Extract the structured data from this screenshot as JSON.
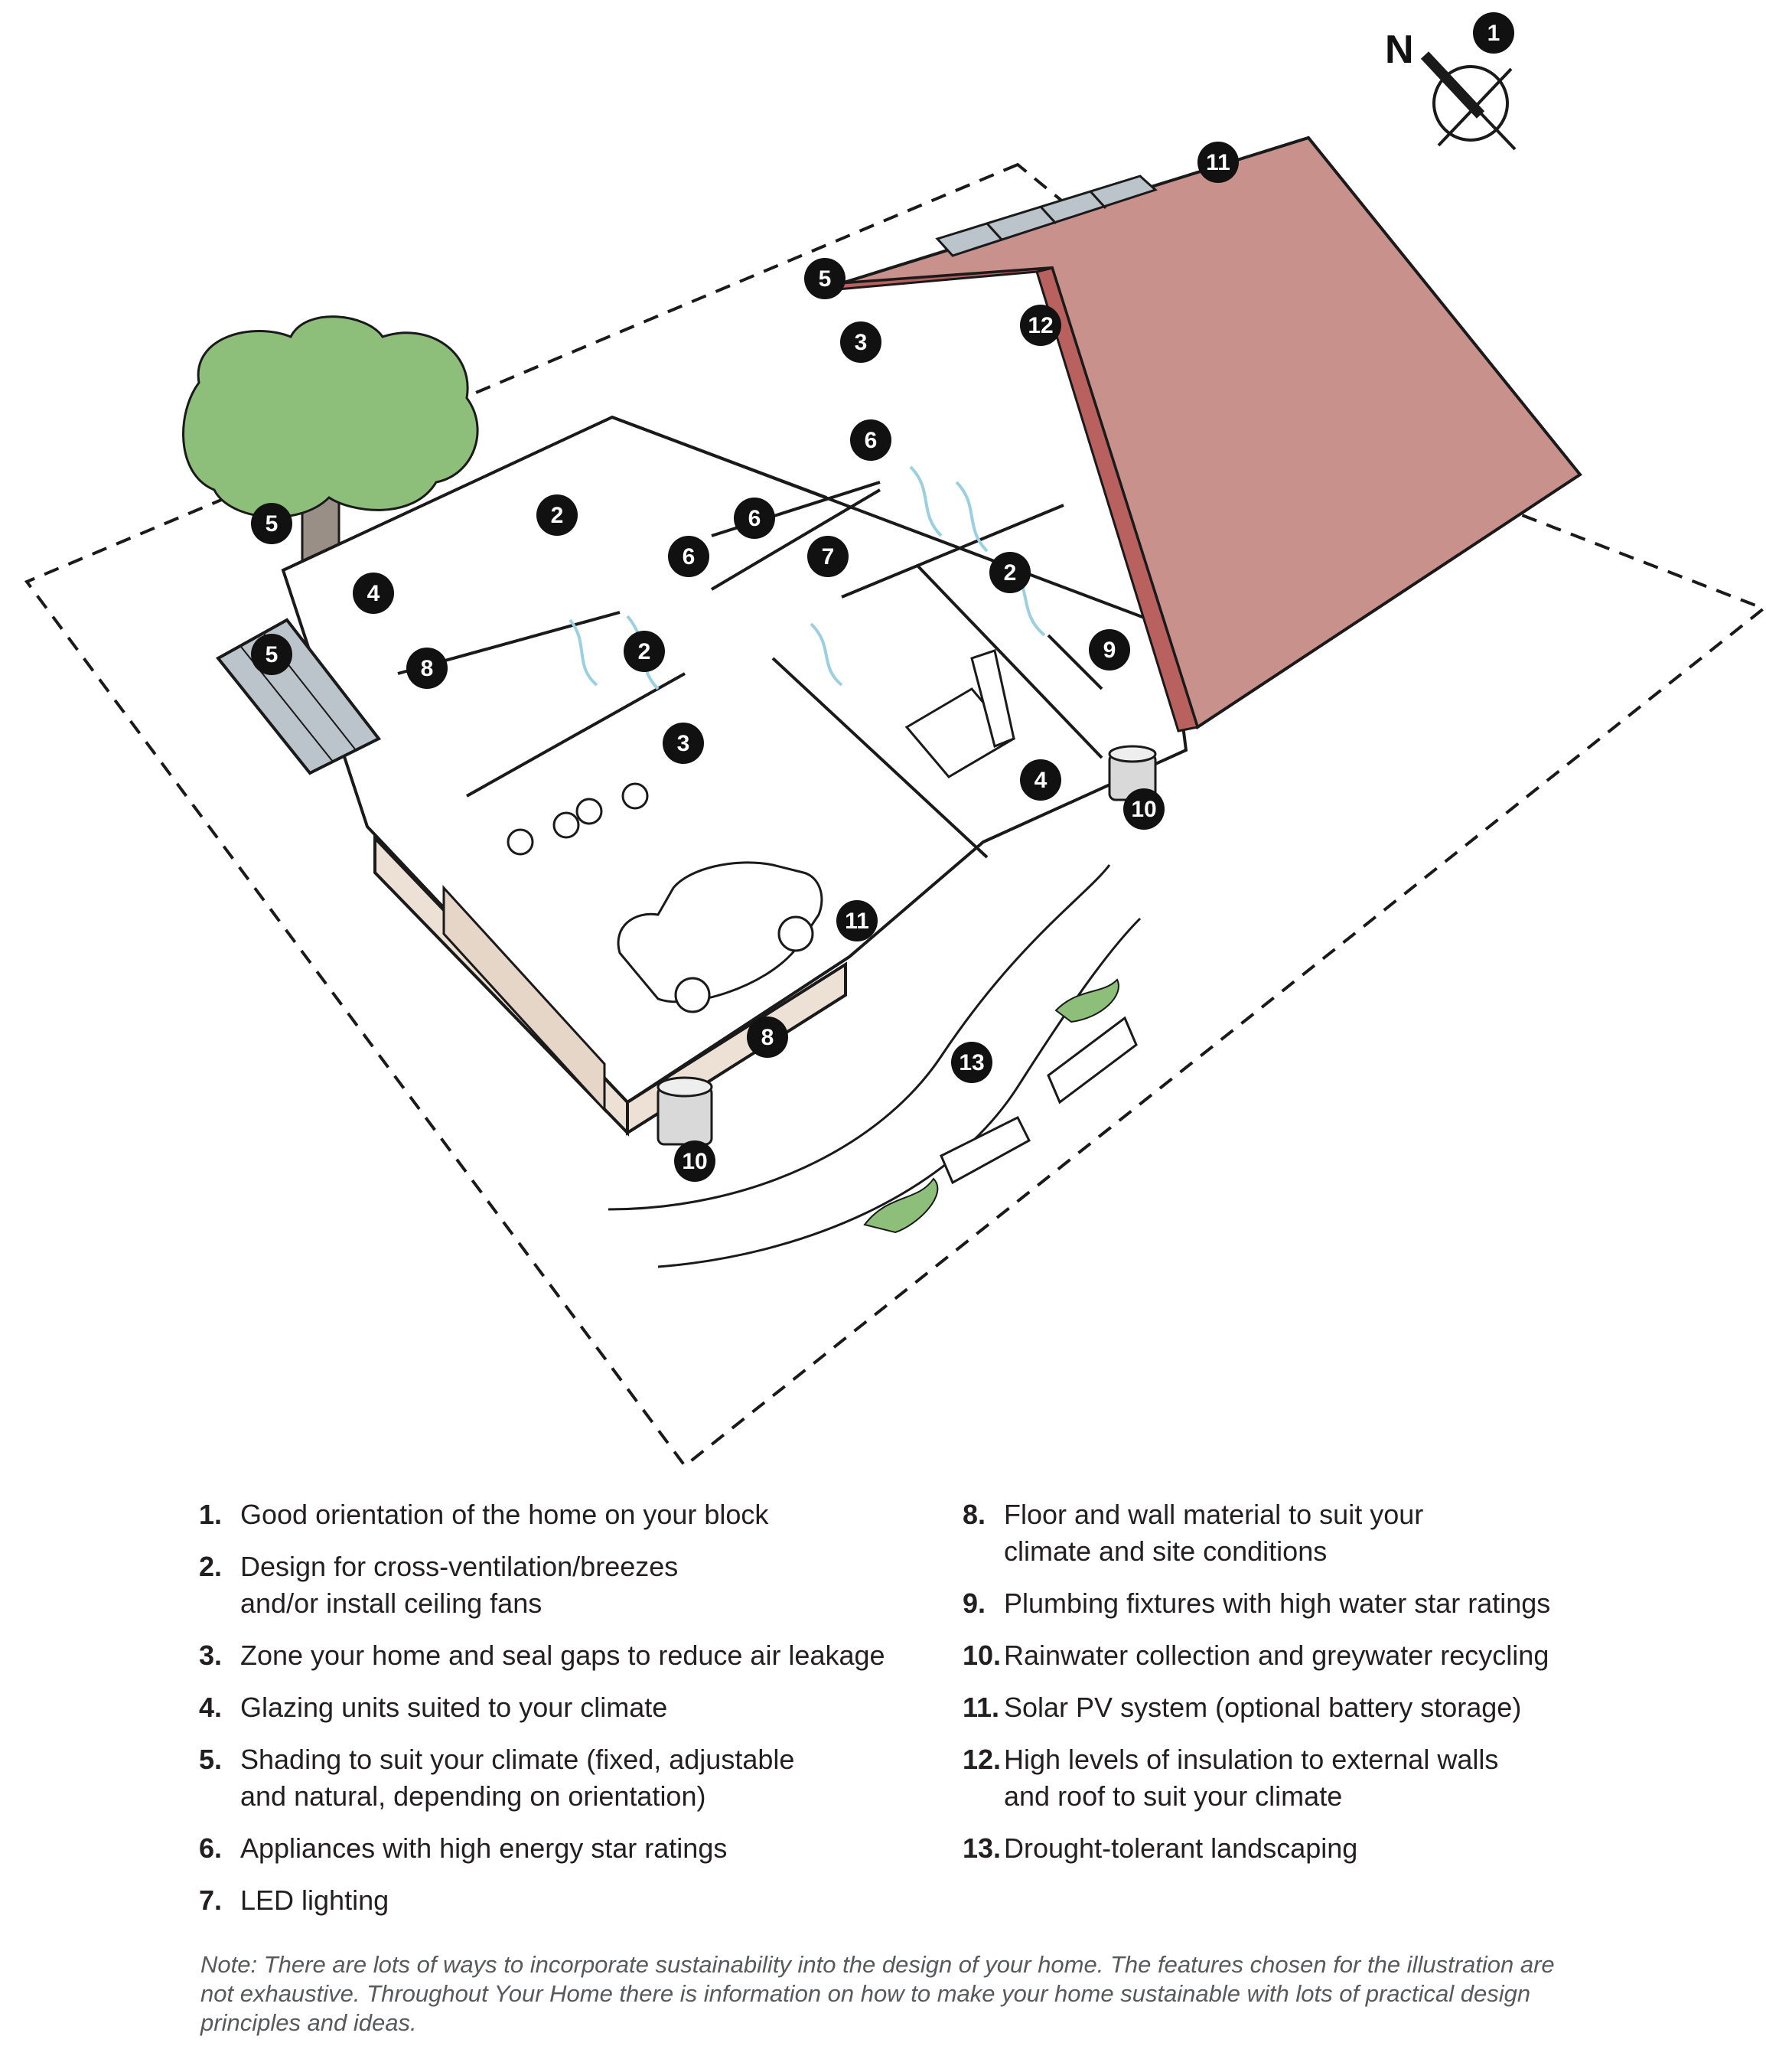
{
  "compass": {
    "label": "N",
    "badge": "1"
  },
  "badges": [
    {
      "id": "orientation",
      "text": "1"
    },
    {
      "id": "solar-roof",
      "text": "11"
    },
    {
      "id": "eave-shade",
      "text": "5"
    },
    {
      "id": "insulation",
      "text": "12"
    },
    {
      "id": "kitchen-zone",
      "text": "3"
    },
    {
      "id": "fridge",
      "text": "6"
    },
    {
      "id": "dishwasher",
      "text": "6"
    },
    {
      "id": "oven",
      "text": "6"
    },
    {
      "id": "led",
      "text": "7"
    },
    {
      "id": "fan",
      "text": "2"
    },
    {
      "id": "tree-shade",
      "text": "5"
    },
    {
      "id": "window-left",
      "text": "4"
    },
    {
      "id": "awning",
      "text": "5"
    },
    {
      "id": "floor-left",
      "text": "8"
    },
    {
      "id": "breeze-mid",
      "text": "2"
    },
    {
      "id": "zone-door",
      "text": "3"
    },
    {
      "id": "breeze-right",
      "text": "2"
    },
    {
      "id": "plumbing",
      "text": "9"
    },
    {
      "id": "window-right",
      "text": "4"
    },
    {
      "id": "tank-right",
      "text": "10"
    },
    {
      "id": "ev-charger",
      "text": "11"
    },
    {
      "id": "garage-floor",
      "text": "8"
    },
    {
      "id": "landscaping",
      "text": "13"
    },
    {
      "id": "tank-front",
      "text": "10"
    }
  ],
  "legend": {
    "left": [
      {
        "num": "1.",
        "text": "Good orientation of the home on your block"
      },
      {
        "num": "2.",
        "text": "Design for cross-ventilation/breezes\nand/or install ceiling fans"
      },
      {
        "num": "3.",
        "text": "Zone your home and seal gaps to reduce air leakage"
      },
      {
        "num": "4.",
        "text": "Glazing units suited to your climate"
      },
      {
        "num": "5.",
        "text": "Shading to suit your climate (fixed, adjustable\nand natural, depending on orientation)"
      },
      {
        "num": "6.",
        "text": "Appliances with high energy star ratings"
      },
      {
        "num": "7.",
        "text": "LED lighting"
      }
    ],
    "right": [
      {
        "num": "8.",
        "text": "Floor and wall material to suit your\nclimate and site conditions"
      },
      {
        "num": "9.",
        "text": "Plumbing fixtures with high water star ratings"
      },
      {
        "num": "10.",
        "text": "Rainwater collection and greywater recycling"
      },
      {
        "num": "11.",
        "text": "Solar PV system (optional battery storage)"
      },
      {
        "num": "12.",
        "text": "High levels of insulation to external walls\nand roof to suit your climate"
      },
      {
        "num": "13.",
        "text": "Drought-tolerant landscaping"
      }
    ]
  },
  "note": "Note: There are lots of ways to incorporate sustainability into the design of your home. The features chosen for the illustration are not exhaustive. Throughout Your Home there is information on how to make your home sustainable with lots of practical design principles and ideas.",
  "colors": {
    "roof": "#c9918b",
    "roof_edge": "#b8615e",
    "tree": "#8dbf7a",
    "wall_tint": "#ede0d4",
    "solar_panel": "#bcc4cb",
    "breeze": "#9ccfe0",
    "line": "#1a1a1a"
  }
}
